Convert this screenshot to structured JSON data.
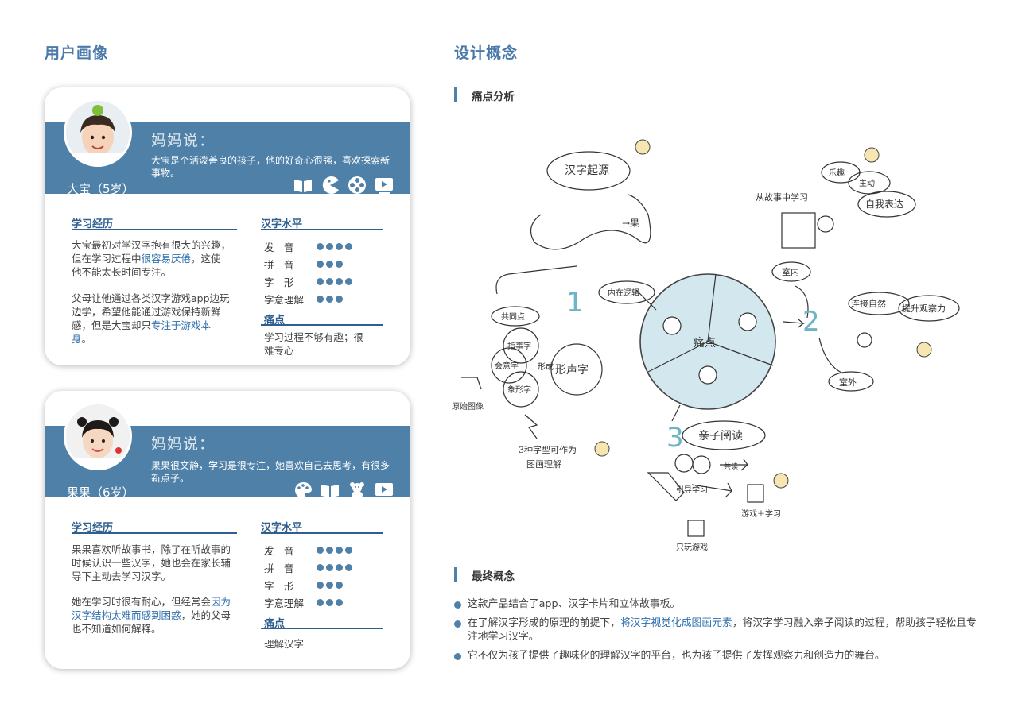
{
  "left_title": "用户画像",
  "right_title": "设计概念",
  "personas": [
    {
      "name": "大宝（5岁）",
      "mom_label": "妈妈说：",
      "mom_quote": "大宝是个活泼善良的孩子，他的好奇心很强，喜欢探索新事物。",
      "interests": [
        "book-icon",
        "pacman-icon",
        "film-reel-icon",
        "video-play-icon"
      ],
      "experience_head": "学习经历",
      "experience_p1_a": "大宝最初对学汉字抱有很大的兴趣，但在学习过程中",
      "experience_p1_hl": "很容易厌倦",
      "experience_p1_b": "，这使他不能太长时间专注。",
      "experience_p2_a": "父母让他通过各类汉字游戏app边玩边学，希望他能通过游戏保持新鲜感，但是大宝却只",
      "experience_p2_hl": "专注于游戏本身",
      "experience_p2_b": "。",
      "level_head": "汉字水平",
      "levels": [
        {
          "label": "发　音",
          "value": 4
        },
        {
          "label": "拼　音",
          "value": 3
        },
        {
          "label": "字　形",
          "value": 4
        },
        {
          "label": "字意理解",
          "value": 3
        }
      ],
      "pain_head": "痛点",
      "pain_text": "学习过程不够有趣；很难专心"
    },
    {
      "name": "果果（6岁）",
      "mom_label": "妈妈说：",
      "mom_quote": "果果很文静，学习是很专注，她喜欢自己去思考，有很多新点子。",
      "interests": [
        "palette-icon",
        "book-icon",
        "teddy-bear-icon",
        "video-play-icon"
      ],
      "experience_head": "学习经历",
      "experience_p1_a": "果果喜欢听故事书，除了在听故事的时候认识一些汉字，她也会在家长辅导下主动去学习汉字。",
      "experience_p1_hl": "",
      "experience_p1_b": "",
      "experience_p2_a": "她在学习时很有耐心，但经常会",
      "experience_p2_hl": "因为汉字结构太难而感到困惑",
      "experience_p2_b": "，她的父母也不知道如何解释。",
      "level_head": "汉字水平",
      "levels": [
        {
          "label": "发　音",
          "value": 4
        },
        {
          "label": "拼　音",
          "value": 4
        },
        {
          "label": "字　形",
          "value": 3
        },
        {
          "label": "字意理解",
          "value": 3
        }
      ],
      "pain_head": "痛点",
      "pain_text": "理解汉字"
    }
  ],
  "pain_analysis_head": "痛点分析",
  "sketch": {
    "center": "痛点",
    "labels": {
      "origin": "汉字起源",
      "tools": "→果",
      "internal_logic": "内在逻辑",
      "common": "共同点",
      "zhishi": "指事字",
      "huiyi": "会意字",
      "xiangxing": "象形字",
      "xingsheng": "形声字",
      "form_into": "形成",
      "original_image": "原始图像",
      "three_types": "3种字型可作为",
      "image_understanding": "图画理解",
      "story_learning": "从故事中学习",
      "fun": "乐趣",
      "active": "主动",
      "self_express": "自我表达",
      "indoor": "室内",
      "outdoor": "室外",
      "nature": "连接自然",
      "observation": "提升观察力",
      "parent_reading": "亲子阅读",
      "guide": "引导学习",
      "together": "共读",
      "play_learn": "游戏＋学习",
      "play_only": "只玩游戏"
    },
    "numbers": [
      "1",
      "2",
      "3"
    ]
  },
  "final_concept_head": "最终概念",
  "final_bullets": [
    {
      "a": "这款产品结合了app、汉字卡片和立体故事板。",
      "hl": "",
      "b": ""
    },
    {
      "a": "在了解汉字形成的原理的前提下，",
      "hl": "将汉字视觉化成图画元素",
      "b": "，将汉字学习融入亲子阅读的过程，帮助孩子轻松且专注地学习汉字。"
    },
    {
      "a": "它不仅为孩子提供了趣味化的理解汉字的平台，也为孩子提供了发挥观察力和创造力的舞台。",
      "hl": "",
      "b": ""
    }
  ],
  "colors": {
    "accent": "#4f80a8",
    "heading": "#4a7aaa",
    "highlight": "#2f6fae",
    "sketch_blue": "#6fb3c6"
  }
}
